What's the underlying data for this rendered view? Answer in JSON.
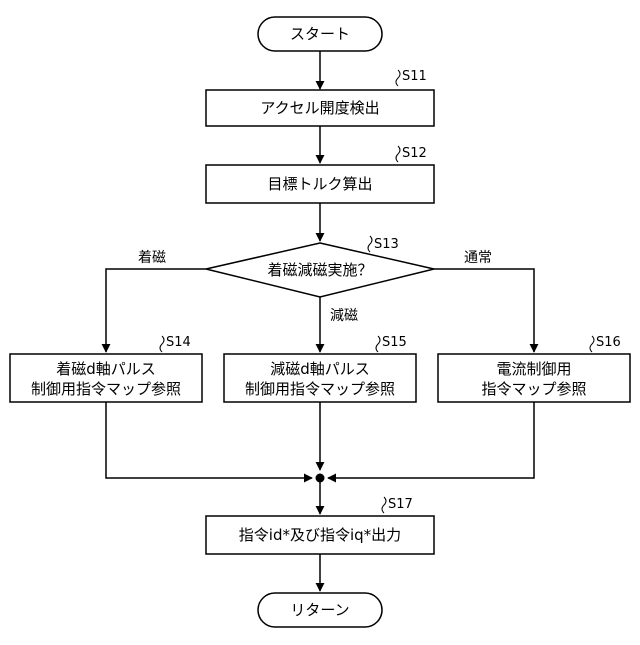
{
  "flowchart": {
    "start": "スタート",
    "end": "リターン",
    "steps": {
      "s11": {
        "id": "S11",
        "text": "アクセル開度検出"
      },
      "s12": {
        "id": "S12",
        "text": "目標トルク算出"
      },
      "s13": {
        "id": "S13",
        "text": "着磁減磁実施？"
      },
      "s14": {
        "id": "S14",
        "line1": "着磁d軸パルス",
        "line2": "制御用指令マップ参照"
      },
      "s15": {
        "id": "S15",
        "line1": "減磁d軸パルス",
        "line2": "制御用指令マップ参照"
      },
      "s16": {
        "id": "S16",
        "line1": "電流制御用",
        "line2": "指令マップ参照"
      },
      "s17": {
        "id": "S17",
        "text": "指令id*及び指令iq*出力"
      }
    },
    "branches": {
      "left": "着磁",
      "center": "減磁",
      "right": "通常"
    }
  }
}
